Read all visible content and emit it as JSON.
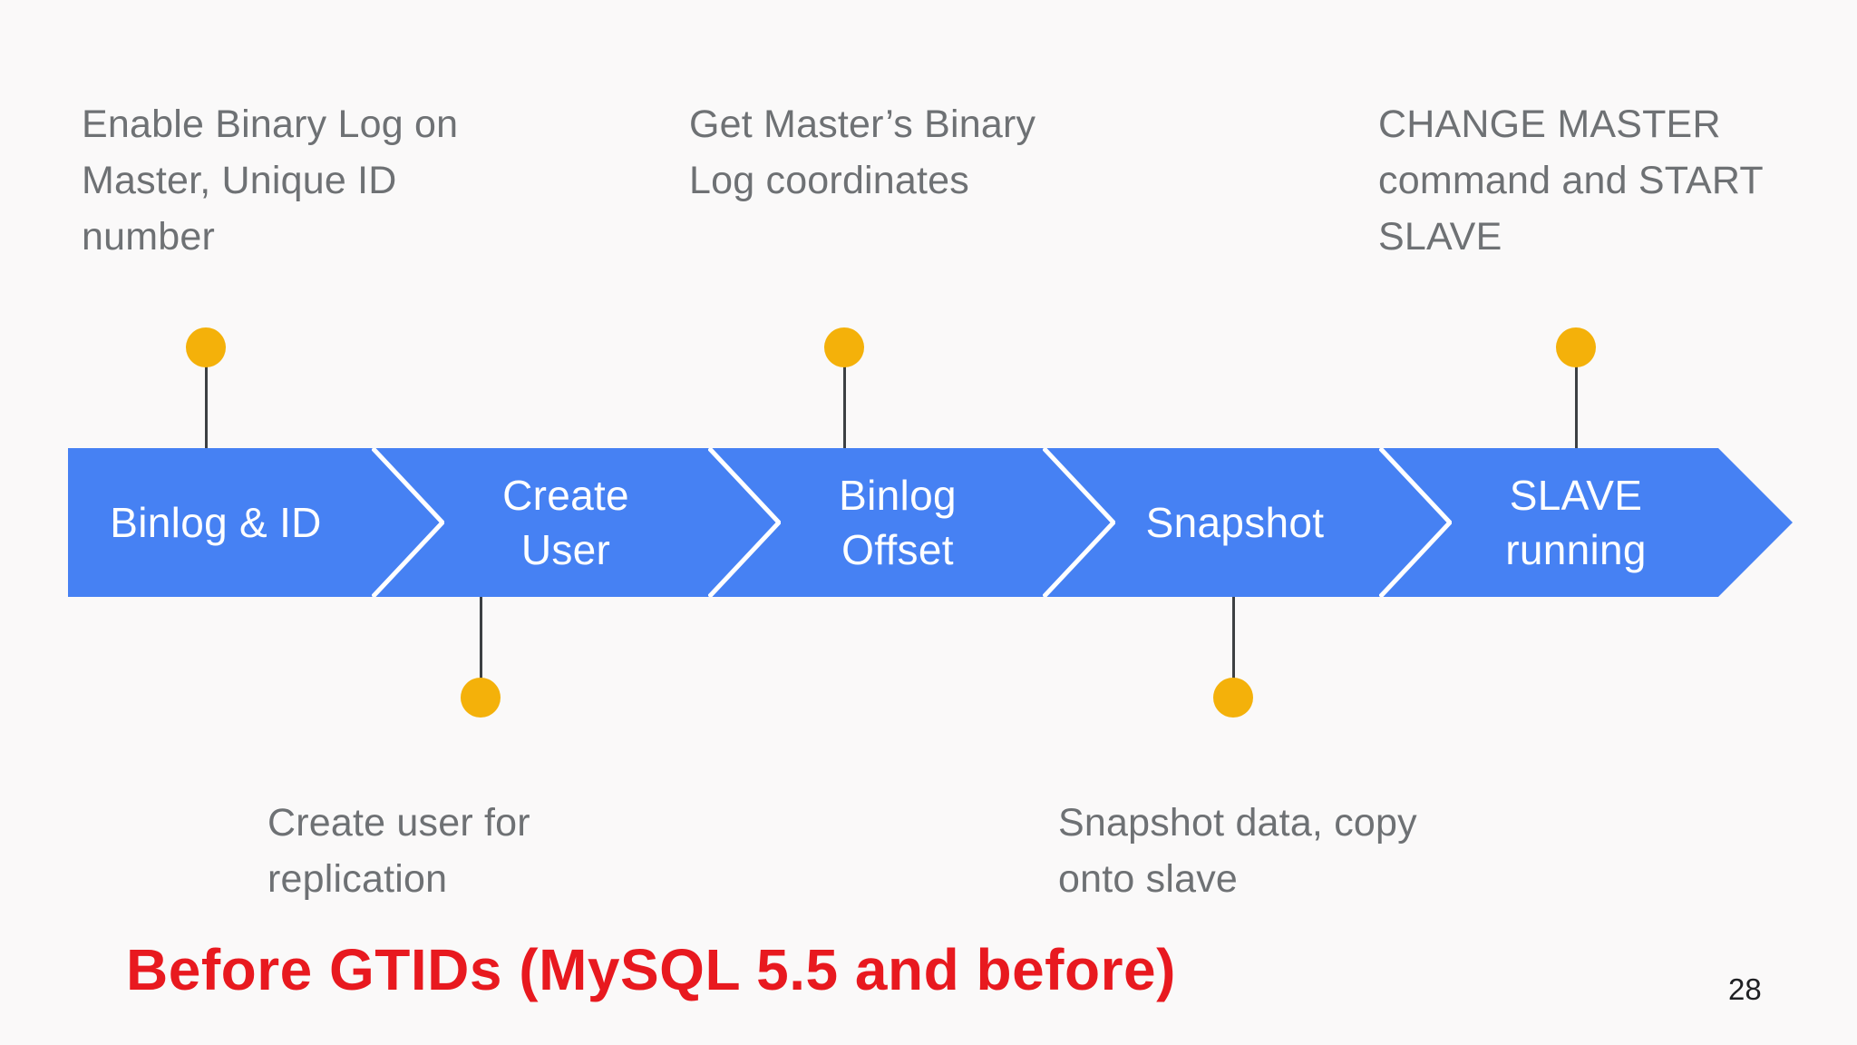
{
  "slide": {
    "title": "Before GTIDs (MySQL 5.5 and before)",
    "page_number": "28",
    "colors": {
      "background": "#FAF9F9",
      "banner_blue": "#4681F3",
      "dot_amber": "#F4B10A",
      "caption_gray": "#6E7174",
      "connector_gray": "#3C4043",
      "title_red": "#E8191F",
      "chevron_white": "#FFFFFF"
    },
    "banner": {
      "steps": [
        {
          "label": "Binlog & ID",
          "caption": "Enable Binary Log on\nMaster, Unique ID\nnumber",
          "caption_side": "top"
        },
        {
          "label": "Create\nUser",
          "caption": "Create user for\nreplication",
          "caption_side": "bottom"
        },
        {
          "label": "Binlog\nOffset",
          "caption": "Get Master’s Binary\nLog coordinates",
          "caption_side": "top"
        },
        {
          "label": "Snapshot",
          "caption": "Snapshot data, copy\nonto slave",
          "caption_side": "bottom"
        },
        {
          "label": "SLAVE\nrunning",
          "caption": "CHANGE MASTER\ncommand and START\nSLAVE",
          "caption_side": "top"
        }
      ]
    }
  }
}
